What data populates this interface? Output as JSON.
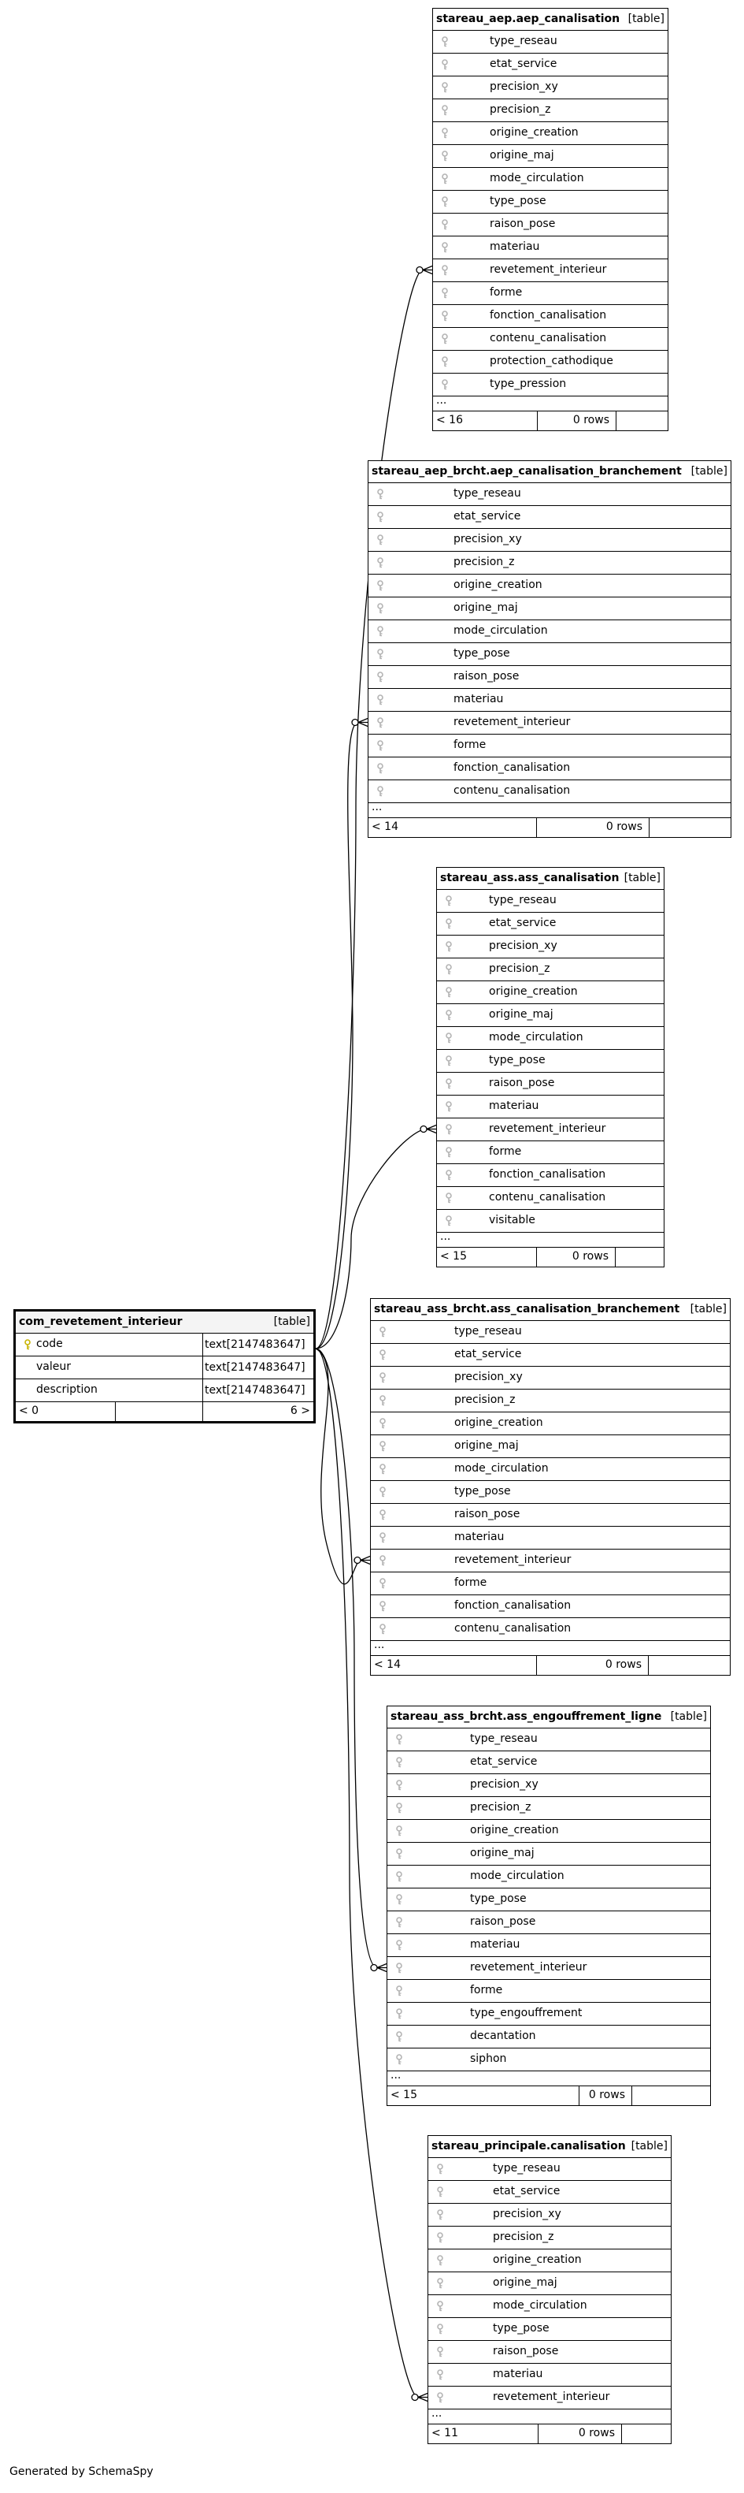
{
  "main_table": {
    "name": "com_revetement_interieur",
    "kind": "[table]",
    "columns": [
      {
        "name": "code",
        "type": "text[2147483647]",
        "primary_key": true
      },
      {
        "name": "valeur",
        "type": "text[2147483647]",
        "primary_key": false
      },
      {
        "name": "description",
        "type": "text[2147483647]",
        "primary_key": false
      }
    ],
    "footer_left": "< 0",
    "footer_right": "6 >"
  },
  "related_tables": [
    {
      "name": "stareau_aep.aep_canalisation",
      "kind": "[table]",
      "columns": [
        "type_reseau",
        "etat_service",
        "precision_xy",
        "precision_z",
        "origine_creation",
        "origine_maj",
        "mode_circulation",
        "type_pose",
        "raison_pose",
        "materiau",
        "revetement_interieur",
        "forme",
        "fonction_canalisation",
        "contenu_canalisation",
        "protection_cathodique",
        "type_pression"
      ],
      "ellipsis": "...",
      "footer_left": "< 16",
      "footer_rows": "0 rows"
    },
    {
      "name": "stareau_aep_brcht.aep_canalisation_branchement",
      "kind": "[table]",
      "columns": [
        "type_reseau",
        "etat_service",
        "precision_xy",
        "precision_z",
        "origine_creation",
        "origine_maj",
        "mode_circulation",
        "type_pose",
        "raison_pose",
        "materiau",
        "revetement_interieur",
        "forme",
        "fonction_canalisation",
        "contenu_canalisation"
      ],
      "ellipsis": "...",
      "footer_left": "< 14",
      "footer_rows": "0 rows"
    },
    {
      "name": "stareau_ass.ass_canalisation",
      "kind": "[table]",
      "columns": [
        "type_reseau",
        "etat_service",
        "precision_xy",
        "precision_z",
        "origine_creation",
        "origine_maj",
        "mode_circulation",
        "type_pose",
        "raison_pose",
        "materiau",
        "revetement_interieur",
        "forme",
        "fonction_canalisation",
        "contenu_canalisation",
        "visitable"
      ],
      "ellipsis": "...",
      "footer_left": "< 15",
      "footer_rows": "0 rows"
    },
    {
      "name": "stareau_ass_brcht.ass_canalisation_branchement",
      "kind": "[table]",
      "columns": [
        "type_reseau",
        "etat_service",
        "precision_xy",
        "precision_z",
        "origine_creation",
        "origine_maj",
        "mode_circulation",
        "type_pose",
        "raison_pose",
        "materiau",
        "revetement_interieur",
        "forme",
        "fonction_canalisation",
        "contenu_canalisation"
      ],
      "ellipsis": "...",
      "footer_left": "< 14",
      "footer_rows": "0 rows"
    },
    {
      "name": "stareau_ass_brcht.ass_engouffrement_ligne",
      "kind": "[table]",
      "columns": [
        "type_reseau",
        "etat_service",
        "precision_xy",
        "precision_z",
        "origine_creation",
        "origine_maj",
        "mode_circulation",
        "type_pose",
        "raison_pose",
        "materiau",
        "revetement_interieur",
        "forme",
        "type_engouffrement",
        "decantation",
        "siphon"
      ],
      "ellipsis": "...",
      "footer_left": "< 15",
      "footer_rows": "0 rows"
    },
    {
      "name": "stareau_principale.canalisation",
      "kind": "[table]",
      "columns": [
        "type_reseau",
        "etat_service",
        "precision_xy",
        "precision_z",
        "origine_creation",
        "origine_maj",
        "mode_circulation",
        "type_pose",
        "raison_pose",
        "materiau",
        "revetement_interieur"
      ],
      "ellipsis": "...",
      "footer_left": "< 11",
      "footer_rows": "0 rows"
    }
  ],
  "icons": {
    "primary_key": "key-icon-gold",
    "foreign_key": "key-icon-grey"
  },
  "colors": {
    "primary_key": "#c8b400",
    "foreign_key": "#b4b4b4",
    "main_header": "#f4f4f4"
  },
  "generated_by": "Generated by SchemaSpy"
}
